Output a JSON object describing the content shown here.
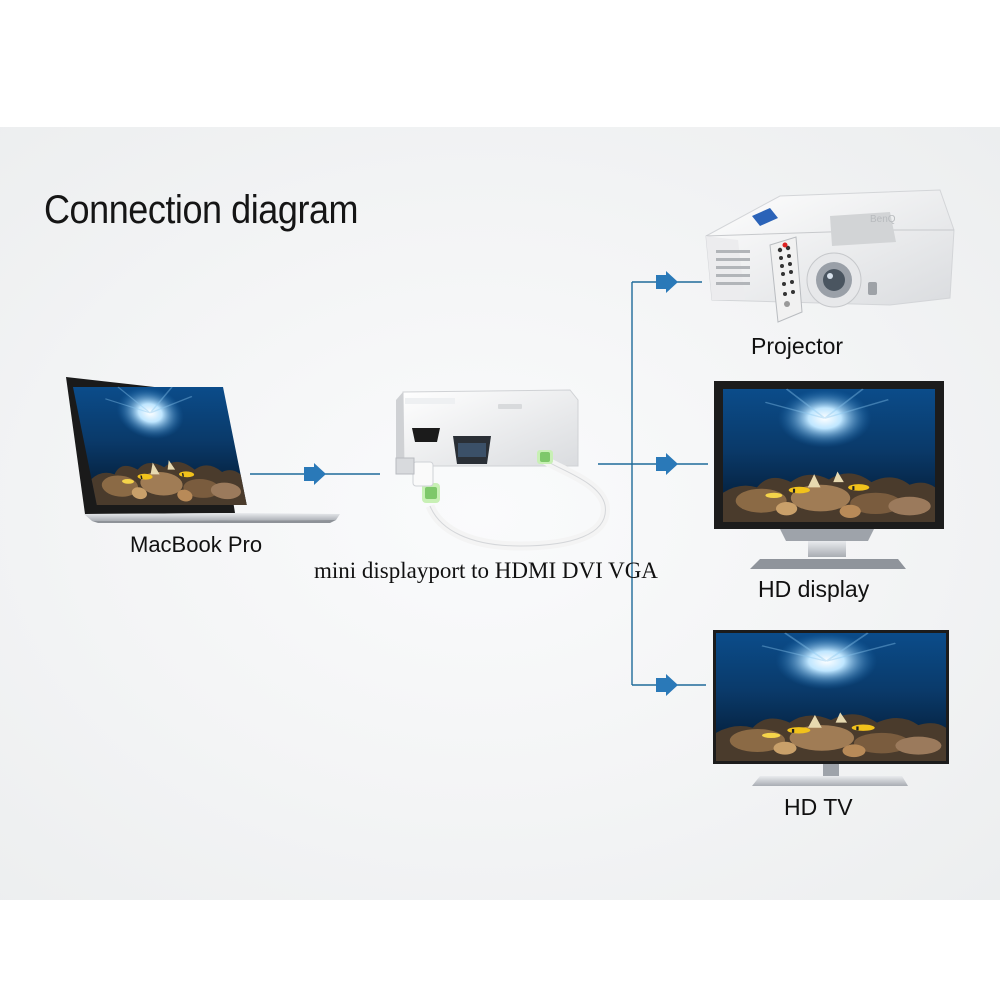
{
  "diagram": {
    "title": "Connection diagram",
    "adapter_label": "mini displayport to HDMI DVI VGA",
    "source": {
      "label": "MacBook Pro"
    },
    "outputs": [
      {
        "label": "Projector"
      },
      {
        "label": "HD display"
      },
      {
        "label": "HD TV"
      }
    ]
  },
  "colors": {
    "connector_line": "#1f6b9a",
    "arrow": "#2a79b8",
    "background": "#f2f3f4"
  },
  "icons": [
    "laptop-icon",
    "adapter-icon",
    "projector-icon",
    "monitor-icon",
    "tv-icon",
    "arrow-right-icon"
  ]
}
